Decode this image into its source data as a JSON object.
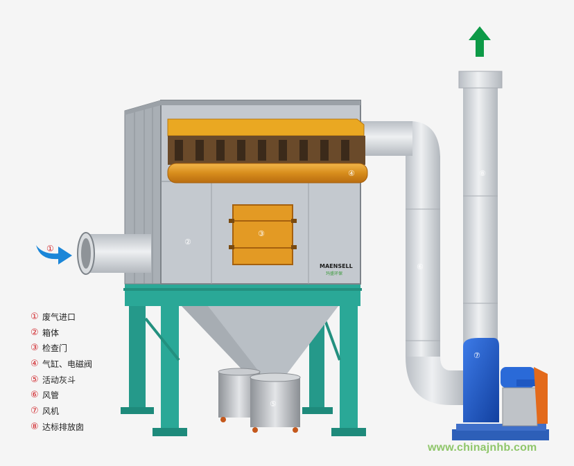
{
  "callouts": [
    "①",
    "②",
    "③",
    "④",
    "⑤",
    "⑥",
    "⑦",
    "⑧"
  ],
  "legend": [
    {
      "num": "①",
      "label": "废气进口"
    },
    {
      "num": "②",
      "label": "箱体"
    },
    {
      "num": "③",
      "label": "检查门"
    },
    {
      "num": "④",
      "label": "气缸、电磁阀"
    },
    {
      "num": "⑤",
      "label": "活动灰斗"
    },
    {
      "num": "⑥",
      "label": "风管"
    },
    {
      "num": "⑦",
      "label": "风机"
    },
    {
      "num": "⑧",
      "label": "达标排放囱"
    }
  ],
  "brand": {
    "name": "MAENSELL",
    "subtitle": "玛盛环保"
  },
  "watermark": "www.chinajnhb.com",
  "colors": {
    "frame_teal": "#2aa897",
    "housing_gray": "#c4c9cf",
    "manifold_orange": "#e3a11e",
    "duct_gray": "#dcdfe3",
    "fan_blue": "#1d56c8",
    "exhaust_arrow_green": "#0d9a47",
    "inlet_arrow_blue": "#1b86d8",
    "callout_red": "#d0262b"
  }
}
